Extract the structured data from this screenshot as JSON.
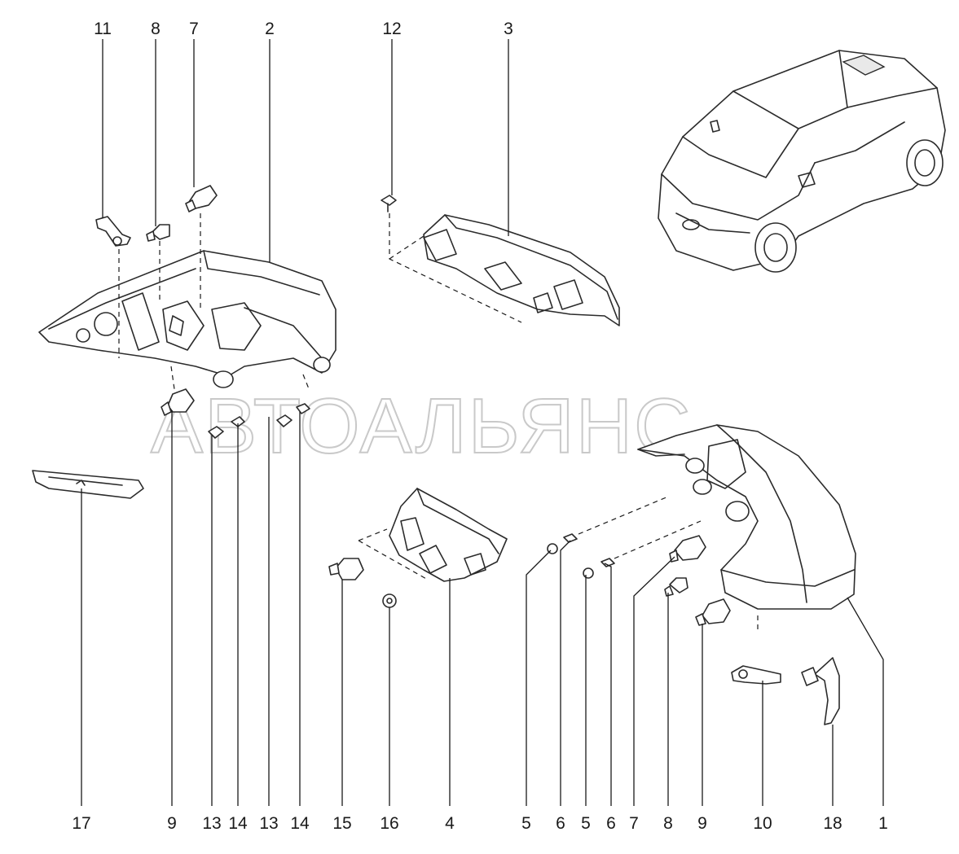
{
  "watermark": "АВТОАЛЬЯНС",
  "callouts": {
    "top": [
      "11",
      "8",
      "7",
      "2",
      "12",
      "3"
    ],
    "bottom": [
      "17",
      "9",
      "13",
      "14",
      "13",
      "14",
      "15",
      "16",
      "4",
      "5",
      "6",
      "5",
      "6",
      "7",
      "8",
      "9",
      "10",
      "18",
      "1"
    ]
  }
}
